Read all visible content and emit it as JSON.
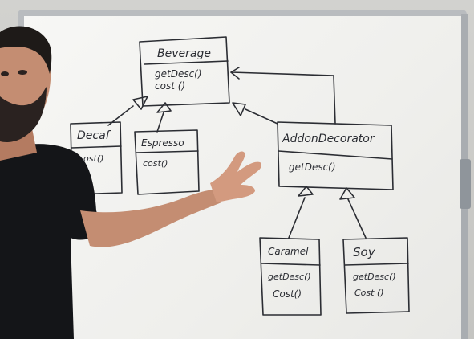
{
  "diagram": {
    "beverage": {
      "name": "Beverage",
      "methods": [
        "getDesc()",
        "cost ()"
      ]
    },
    "decaf": {
      "name": "Decaf",
      "methods": [
        "cost()"
      ]
    },
    "espresso": {
      "name": "Espresso",
      "methods": [
        "cost()"
      ]
    },
    "addon_decorator": {
      "name": "AddonDecorator",
      "methods": [
        "getDesc()"
      ]
    },
    "caramel": {
      "name": "Caramel",
      "methods": [
        "getDesc()",
        "Cost()"
      ]
    },
    "soy": {
      "name": "Soy",
      "methods": [
        "getDesc()",
        "Cost ()"
      ]
    }
  },
  "colors": {
    "ink": "#2b2d33",
    "board": "#f3f3f1",
    "shirt": "#141518",
    "skin": "#c98f72"
  }
}
